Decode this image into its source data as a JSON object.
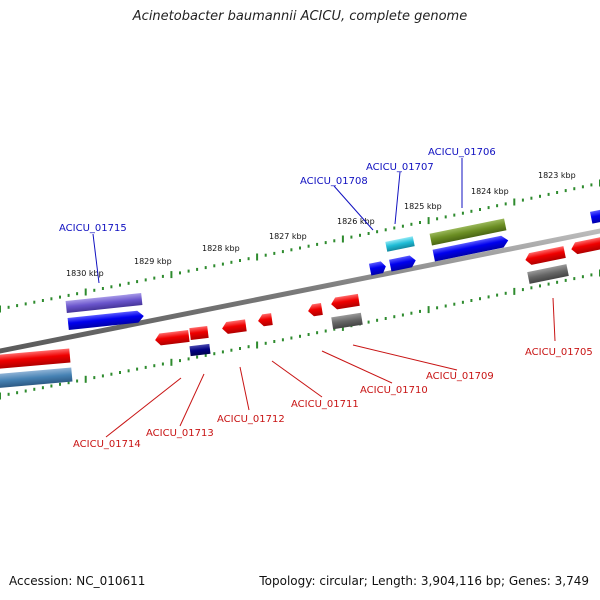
{
  "title": "Acinetobacter baumannii ACICU, complete genome",
  "footer": {
    "accession": "Accession: NC_010611",
    "summary": "Topology: circular; Length: 3,904,116 bp; Genes: 3,749"
  },
  "colors": {
    "backbone": "#7f7f7f",
    "tick": "#2e8b2e",
    "plus_label": "#1010c0",
    "minus_label": "#c81414"
  },
  "kbp_labels": [
    "1823 kbp",
    "1824 kbp",
    "1825 kbp",
    "1826 kbp",
    "1827 kbp",
    "1828 kbp",
    "1829 kbp",
    "1830 kbp"
  ],
  "gene_labels_plus": [
    "ACICU_01706",
    "ACICU_01707",
    "ACICU_01708",
    "ACICU_01715"
  ],
  "gene_labels_minus": [
    "ACICU_01705",
    "ACICU_01709",
    "ACICU_01710",
    "ACICU_01711",
    "ACICU_01712",
    "ACICU_01713",
    "ACICU_01714"
  ]
}
